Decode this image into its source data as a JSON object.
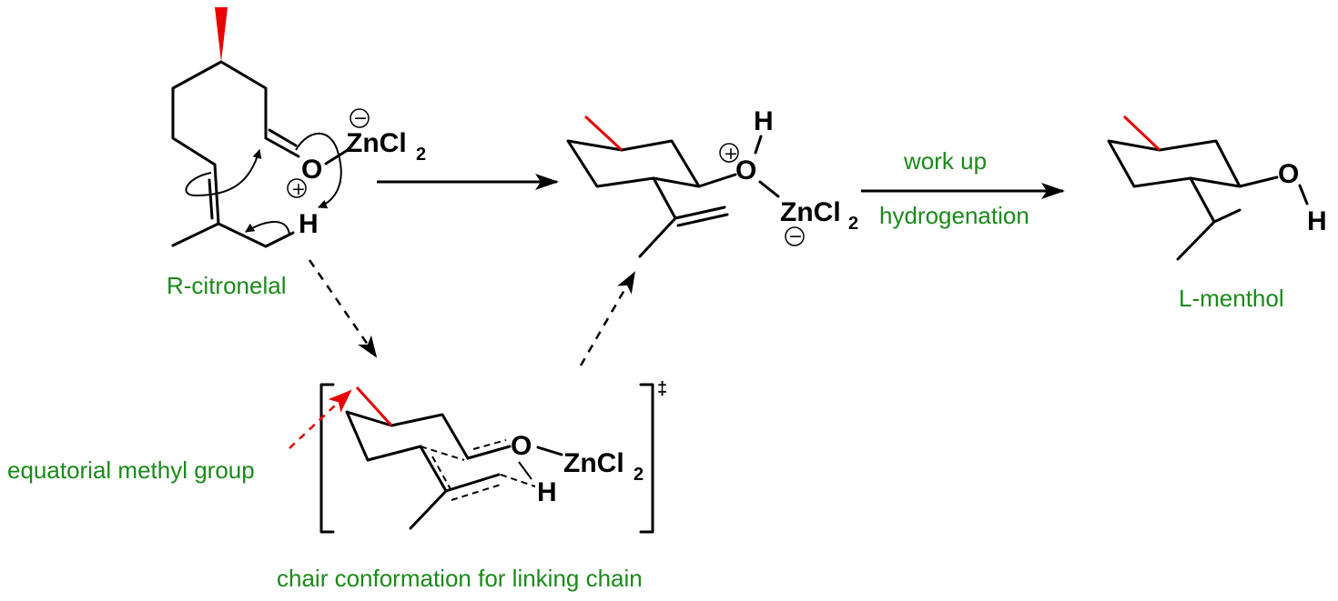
{
  "atoms": {
    "oxygen": "O",
    "hydrogen": "H",
    "zn": "ZnCl",
    "sub2": "2",
    "plus": "+",
    "minus": "−",
    "dagger": "‡"
  },
  "labels": {
    "reactant": "R-citronelal",
    "product": "L-menthol",
    "step1": "work up",
    "step2": "hydrogenation",
    "ts_caption": "chair conformation for linking chain",
    "methyl_note": "equatorial methyl group"
  },
  "colors": {
    "label_green": "#1a8a1a",
    "highlight_red": "#e80000"
  }
}
